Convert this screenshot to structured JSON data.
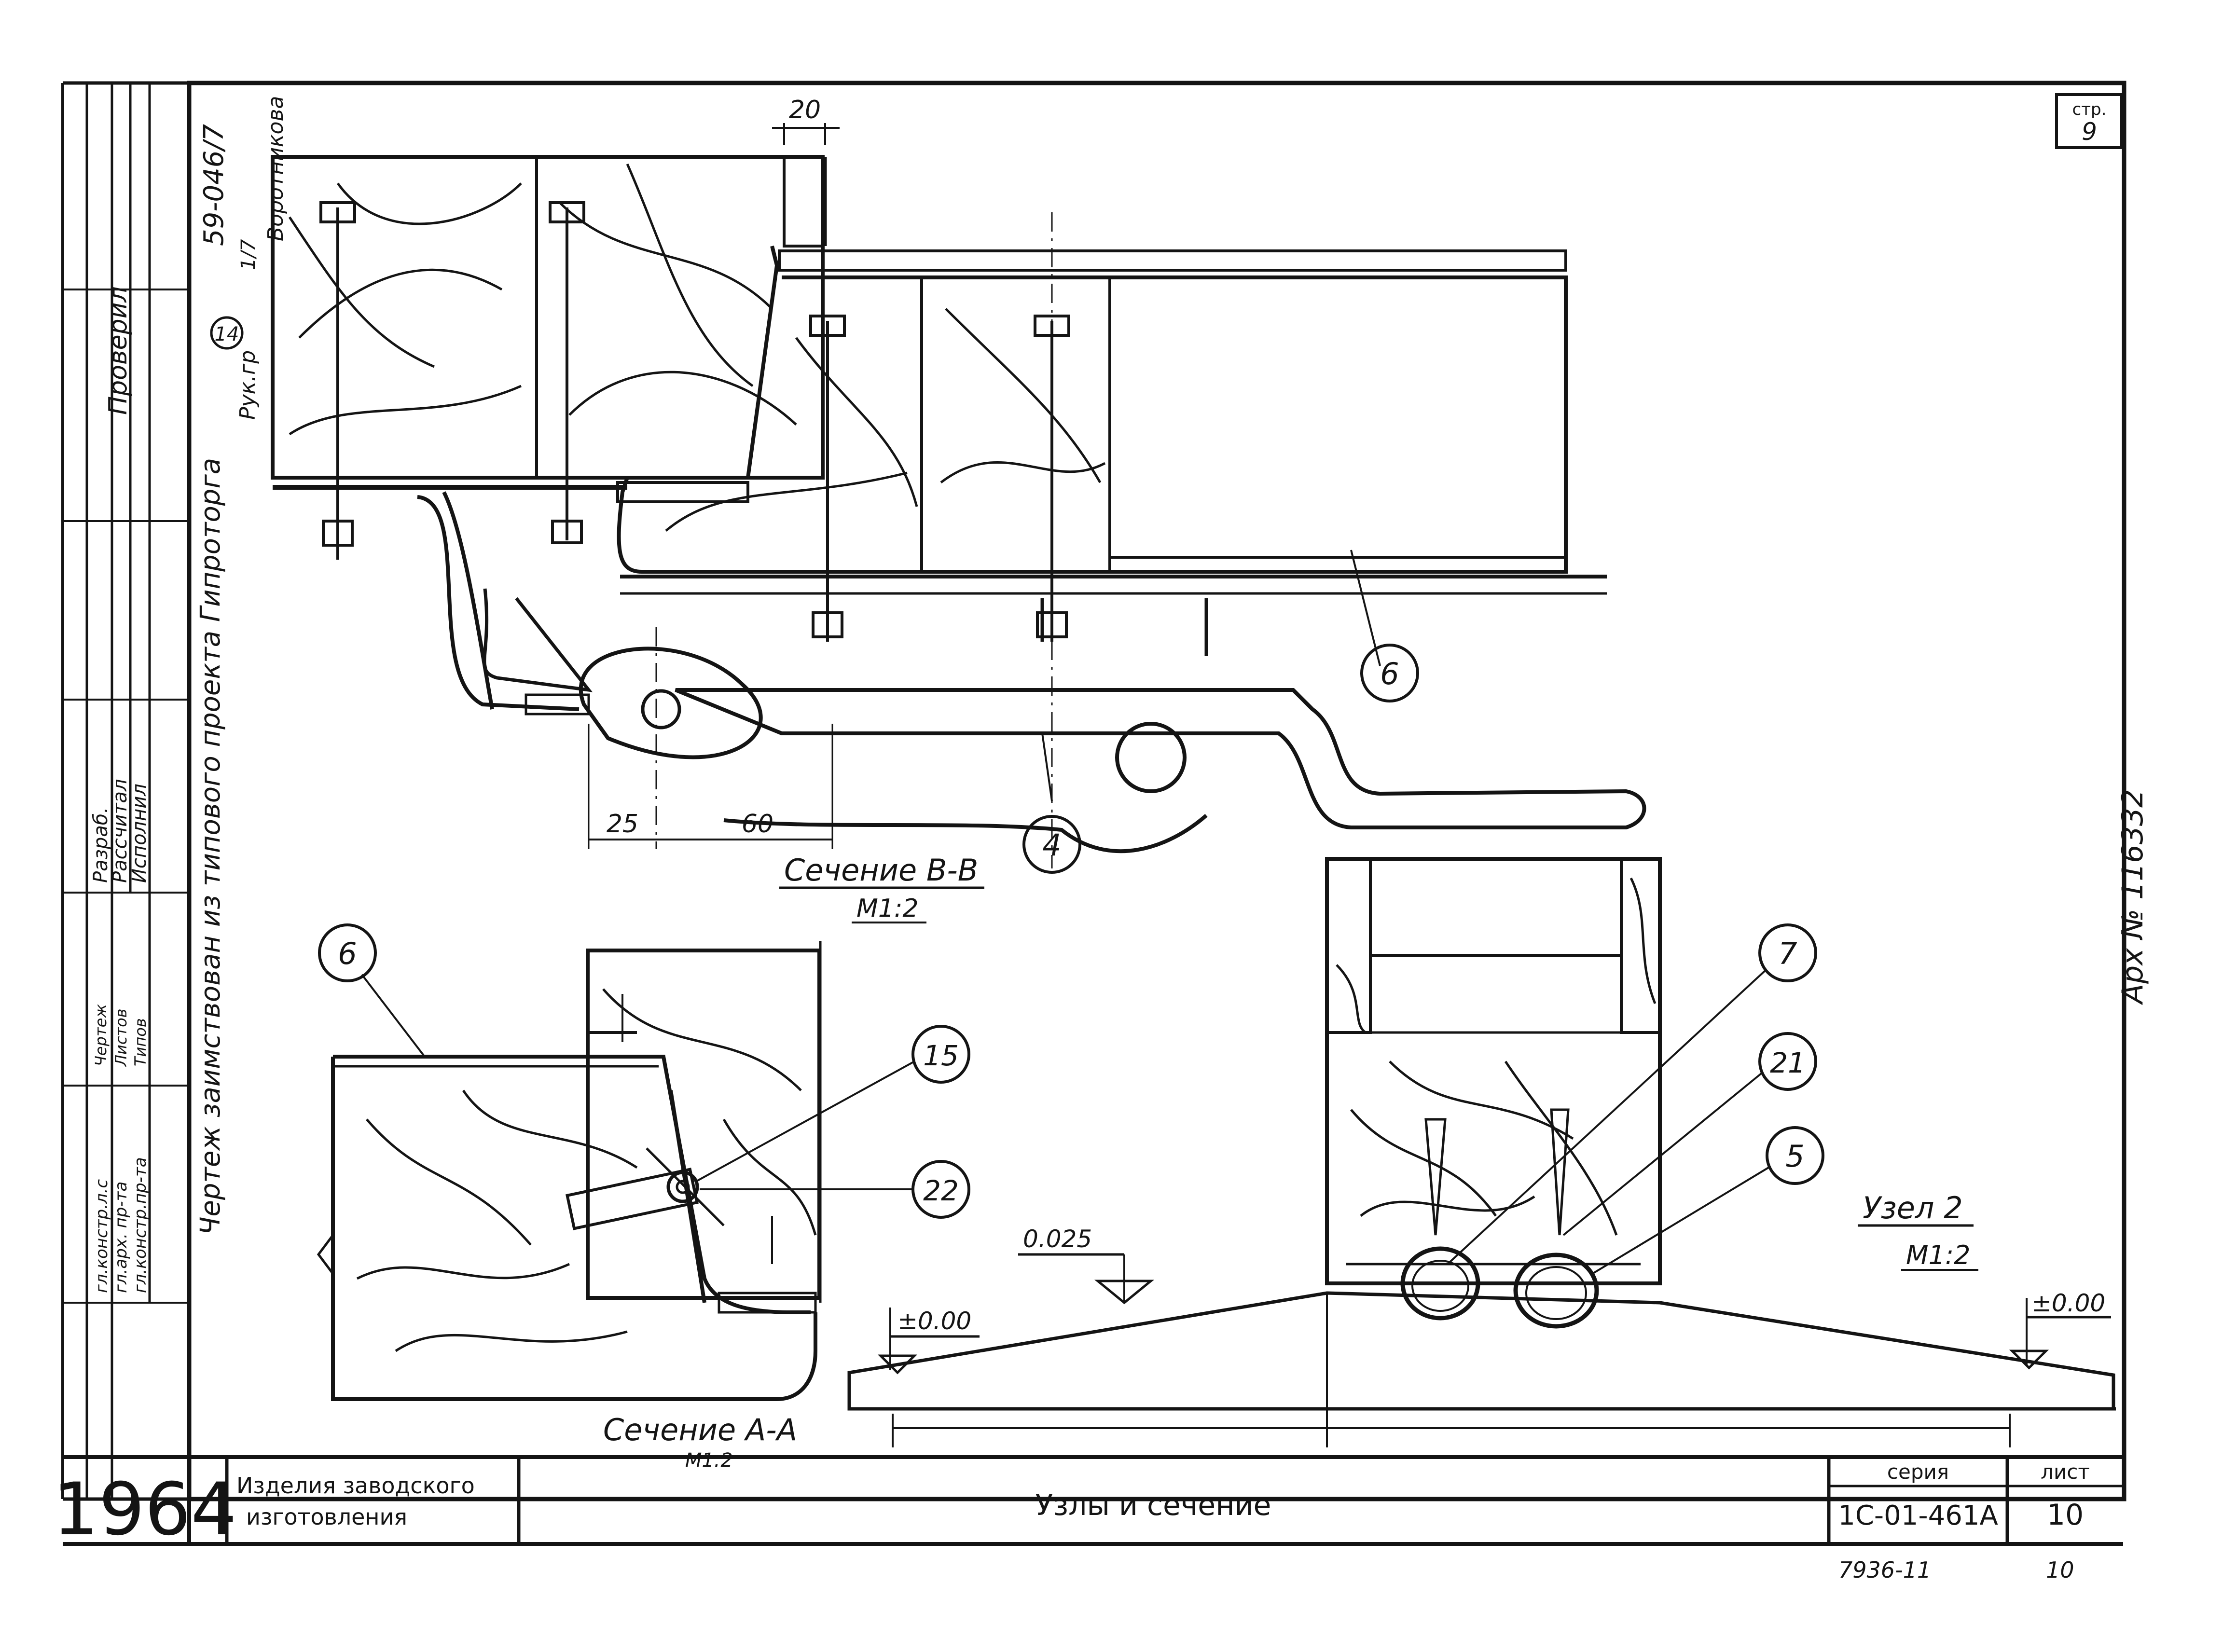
{
  "colors": {
    "ink": "#141414",
    "paper": "#ffffff"
  },
  "corner": {
    "page_label": "стр.",
    "page_number": "9"
  },
  "side_notes": {
    "source_note": "Чертеж заимствован из типового проекта Гипроторга",
    "ruk_label": "Рук.гр",
    "proj_code": "59-046/7",
    "proj_code2": "1/7",
    "author": "Воротникова",
    "archive": "Арх № 116332",
    "proveril": "Проверил",
    "razrab": "Разраб.",
    "rasschital": "Рассчитал",
    "ispolnil": "Исполнил",
    "sig_words": [
      "Чертеж",
      "Листов",
      "Типов"
    ],
    "konstr1": "гл.констр.л.с",
    "spec_prog": "гл.арх. пр-та",
    "konstr2": "гл.констр.пр-та"
  },
  "section_bb": {
    "title": "Сечение В-В",
    "scale": "М1:2",
    "dim_top": "20",
    "dim_left": "25",
    "dim_right": "60"
  },
  "section_aa": {
    "title": "Сечение А-А",
    "scale": "М1:2"
  },
  "node2": {
    "title": "Узел 2",
    "scale": "М1:2",
    "elev_top": "0.025",
    "elev_left": "±0.00",
    "elev_right": "±0.00"
  },
  "callouts": [
    "6",
    "4",
    "6",
    "15",
    "22",
    "7",
    "21",
    "5",
    "14"
  ],
  "title_block": {
    "year": "1964",
    "org_line1": "Изделия заводского",
    "org_line2": "изготовления",
    "title": "Узлы и сечение",
    "series_label": "серия",
    "series_value": "1С-01-461А",
    "sheet_label": "лист",
    "sheet_value": "10",
    "bottom_code": "7936-11",
    "bottom_right": "10"
  }
}
